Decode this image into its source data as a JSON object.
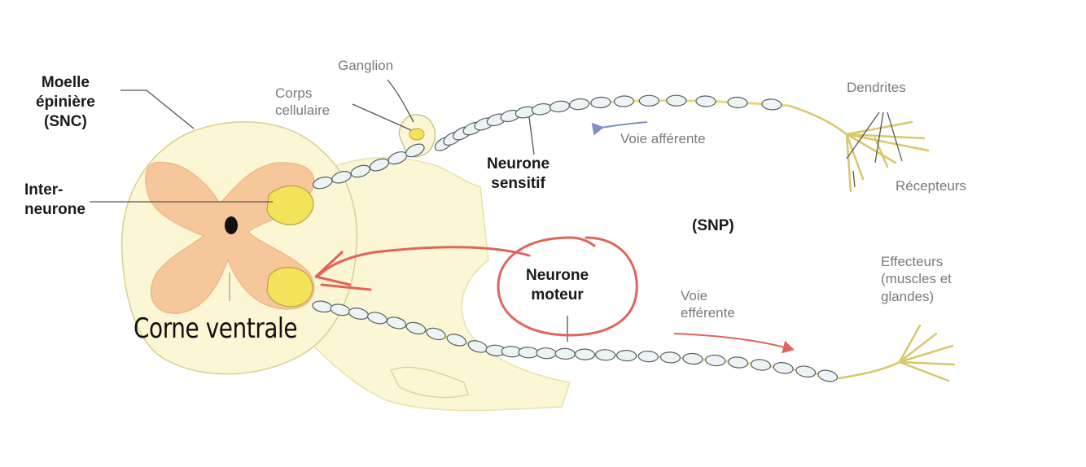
{
  "labels": {
    "moelle": [
      "Moelle",
      "épinière",
      "(SNC)"
    ],
    "interneurone": [
      "Inter-",
      "neurone"
    ],
    "ganglion": "Ganglion",
    "corps_cellulaire": [
      "Corps",
      "cellulaire"
    ],
    "neurone_sensitif": [
      "Neurone",
      "sensitif"
    ],
    "voie_afferente": "Voie afférente",
    "dendrites": "Dendrites",
    "recepteurs": "Récepteurs",
    "snp": "(SNP)",
    "neurone_moteur": [
      "Neurone",
      "moteur"
    ],
    "voie_efferente": [
      "Voie",
      "efférente"
    ],
    "effecteurs": [
      "Effecteurs",
      "(muscles et",
      "glandes)"
    ],
    "corne_ventrale": "Corne ventrale"
  },
  "colors": {
    "cord": "#fbf6d3",
    "grey_matter": "#f5c79a",
    "soma": "#f3e35a",
    "myelin": "#eef3f4",
    "axon": "#e8d97a",
    "annotation": "#e0645a",
    "afferent_arrow": "#7c8fc8",
    "efferent_arrow": "#e0645a"
  }
}
